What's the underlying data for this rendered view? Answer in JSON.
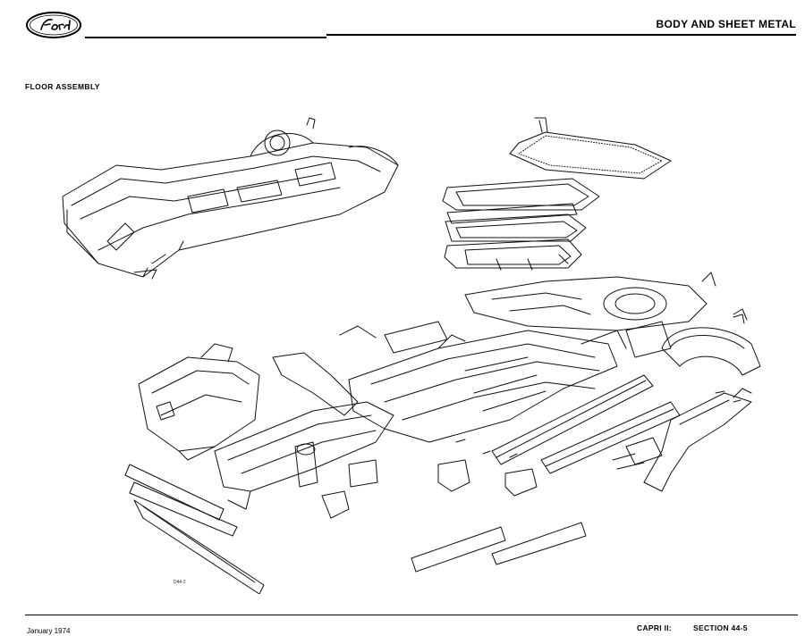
{
  "logo_text": "Ford",
  "header": {
    "title": "BODY AND SHEET METAL"
  },
  "section_heading": "FLOOR ASSEMBLY",
  "figure": {
    "code": "D44-2"
  },
  "footer": {
    "date": "January 1974",
    "model": "CAPRI II:",
    "section": "SECTION 44-5"
  }
}
